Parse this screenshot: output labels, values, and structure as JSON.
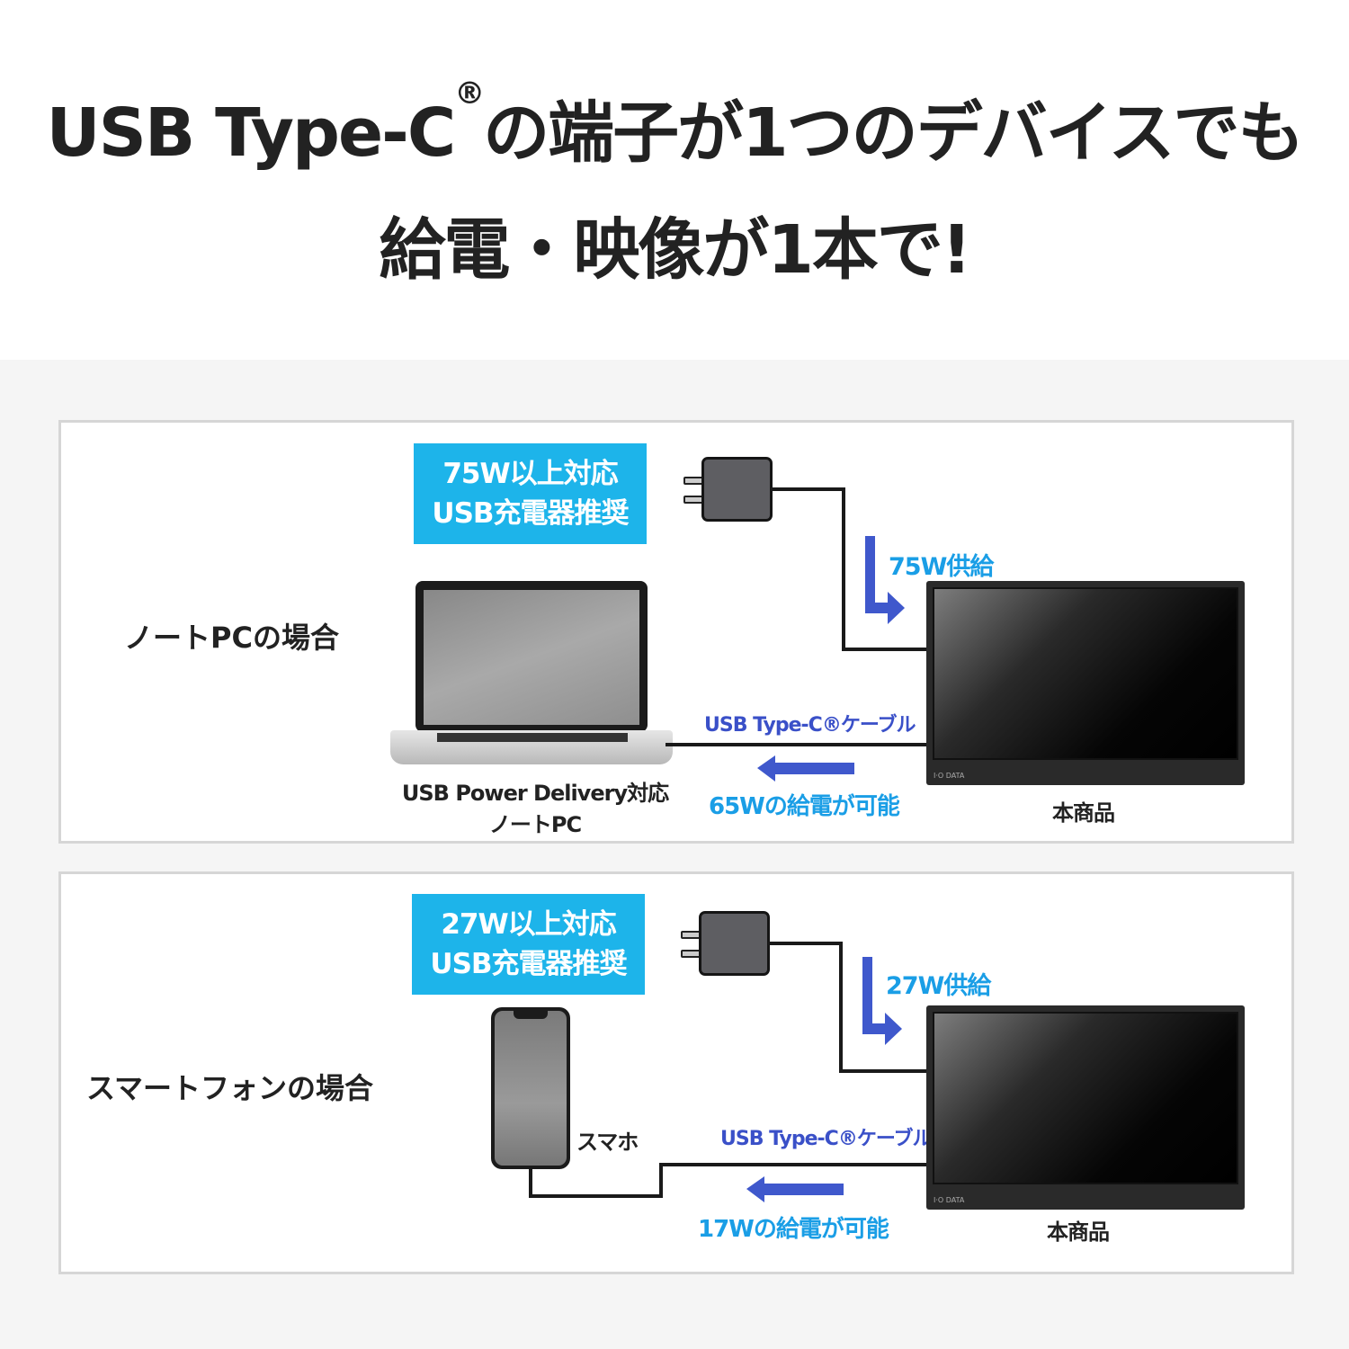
{
  "headline": {
    "line1_pre": "USB Type-C",
    "registered": "®",
    "line1_post": "の端子が1つのデバイスでも",
    "line2": "給電・映像が1本で!"
  },
  "colors": {
    "box_blue": "#1db4ea",
    "arrow_blue": "#3f58cc",
    "text_cyan": "#1a9ee6",
    "text_blue": "#3a50c8"
  },
  "panels": [
    {
      "case_label": "ノートPCの場合",
      "charger_box": {
        "line1": "75W以上対応",
        "line2": "USB充電器推奨"
      },
      "supply_label": "75W供給",
      "cable_label": "USB Type-C®ケーブル",
      "power_label": "65Wの給電が可能",
      "device_label_line1": "USB Power Delivery対応",
      "device_label_line2": "ノートPC",
      "monitor_label": "本商品",
      "monitor_logo": "I·O DATA",
      "device_icon": "laptop-icon"
    },
    {
      "case_label": "スマートフォンの場合",
      "charger_box": {
        "line1": "27W以上対応",
        "line2": "USB充電器推奨"
      },
      "supply_label": "27W供給",
      "cable_label": "USB Type-C®ケーブル",
      "power_label": "17Wの給電が可能",
      "device_label_line1": "スマホ",
      "monitor_label": "本商品",
      "monitor_logo": "I·O DATA",
      "device_icon": "smartphone-icon"
    }
  ]
}
